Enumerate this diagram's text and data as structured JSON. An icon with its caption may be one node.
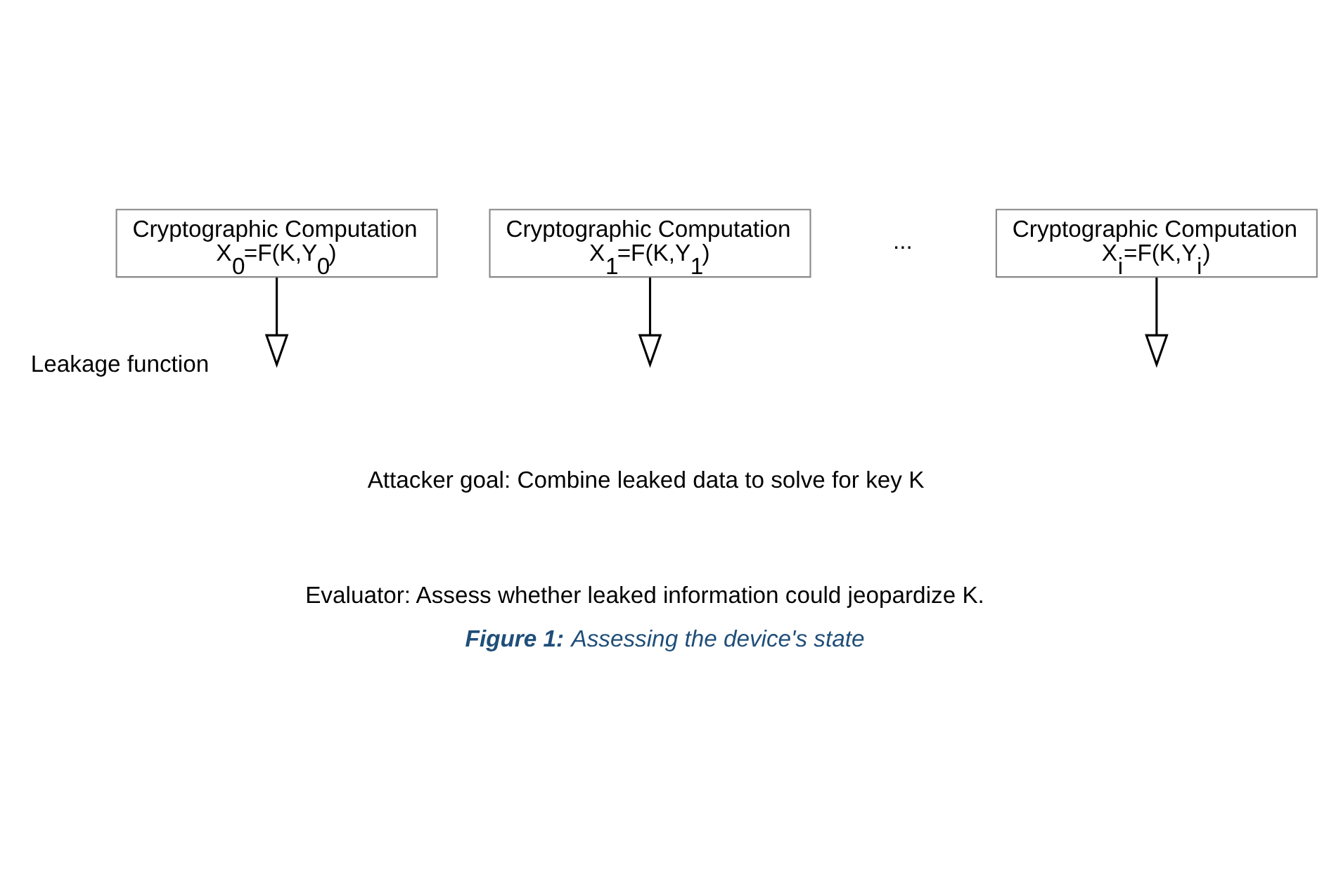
{
  "diagram": {
    "caption": "**Figure 1:** Assessing the device's state",
    "nodes": [
      {
        "text": [
          "Cryptographic Computation",
          "X$_{0}$=F(K,Y$_{0}$)"
        ]
      },
      {
        "text": [
          "Cryptographic Computation",
          "X$_{1}$=F(K,Y$_{1}$)"
        ]
      },
      {
        "text": [
          "Cryptographic Computation",
          "X$_{i}$=F(K,Y$_{i}$)"
        ]
      }
    ],
    "edges": [
      {
        "from": 0,
        "to": null,
        "arrow": "to"
      },
      {
        "from": 1,
        "to": null,
        "arrow": "to"
      },
      {
        "from": 2,
        "to": null,
        "arrow": "to"
      }
    ],
    "labels": [
      "Leakage function",
      "...",
      "Attacker goal: Combine leaked data to solve for key K",
      "Evaluator: Assess whether leaked information could jeopardize K."
    ]
  }
}
